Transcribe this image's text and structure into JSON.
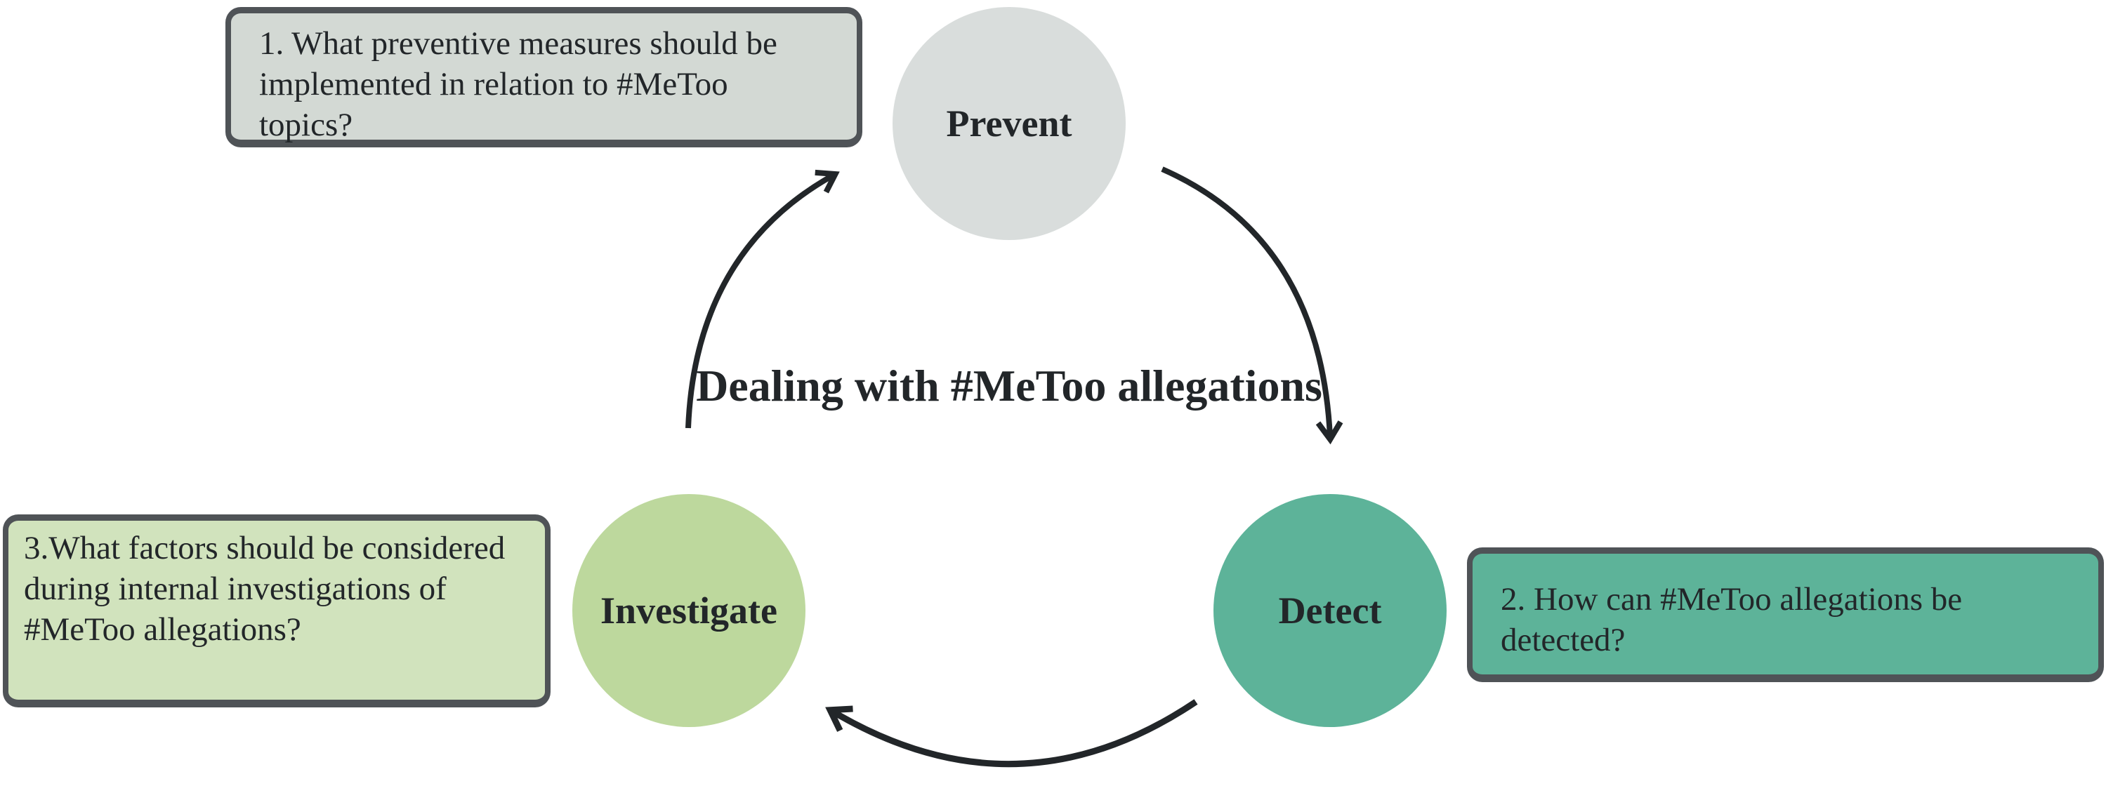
{
  "title": "Dealing with #MeToo allegations",
  "stages": [
    {
      "label": "Prevent",
      "color": "#d9dddc"
    },
    {
      "label": "Detect",
      "color": "#5db399"
    },
    {
      "label": "Investigate",
      "color": "#bdd89d"
    }
  ],
  "questions": [
    {
      "text": "1. What preventive measures should be implemented in relation to #MeToo topics?",
      "color": "#d3d9d4"
    },
    {
      "text": "2. How can #MeToo allegations be detected?",
      "color": "#5db399"
    },
    {
      "text": "3.What factors should be considered during internal investigations of #MeToo allegations?",
      "color": "#d1e3bd"
    }
  ]
}
